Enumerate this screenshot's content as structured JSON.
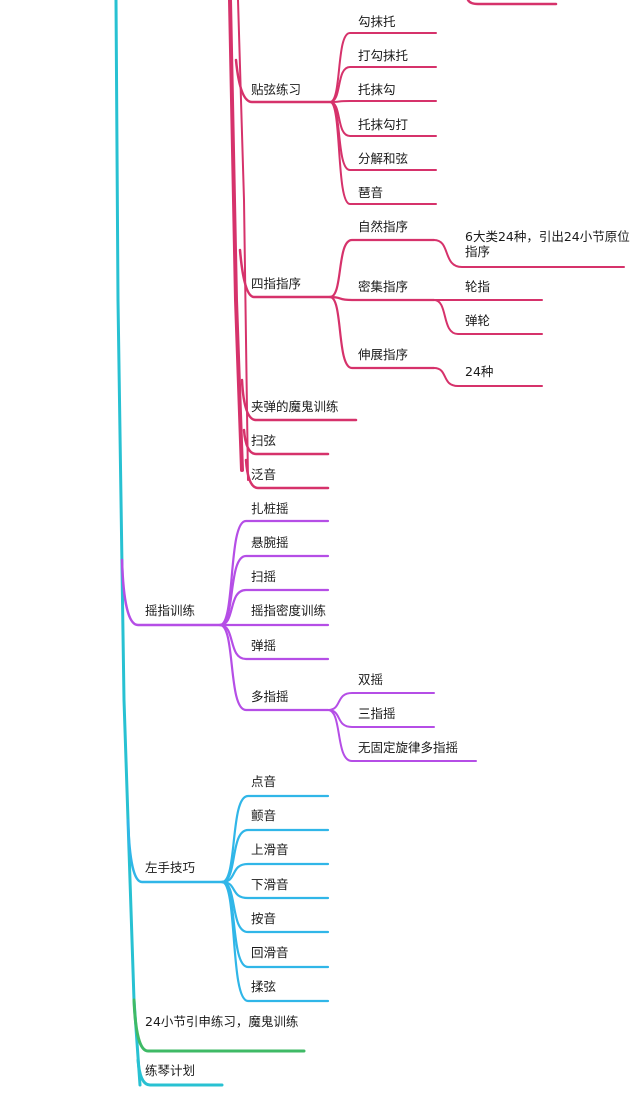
{
  "colors": {
    "pink": "#d6326b",
    "purple": "#b54ee6",
    "blue": "#30b6e8",
    "teal": "#28c1d2",
    "green": "#3fba66"
  },
  "pink_branch": {
    "tiexian": {
      "label": "贴弦练习",
      "children": [
        "勾抹托",
        "打勾抹托",
        "托抹勾",
        "托抹勾打",
        "分解和弦",
        "琶音"
      ]
    },
    "sizhi": {
      "label": "四指指序",
      "ziran": {
        "label": "自然指序",
        "child": "6大类24种，引出24小节原位指序"
      },
      "miji": {
        "label": "密集指序",
        "children": [
          "轮指",
          "弹轮"
        ]
      },
      "shenzhan": {
        "label": "伸展指序",
        "child": "24种"
      }
    },
    "others": [
      "夹弹的魔鬼训练",
      "扫弦",
      "泛音"
    ]
  },
  "purple_branch": {
    "label": "摇指训练",
    "children": [
      "扎桩摇",
      "悬腕摇",
      "扫摇",
      "摇指密度训练",
      "弹摇"
    ],
    "duozhi": {
      "label": "多指摇",
      "children": [
        "双摇",
        "三指摇",
        "无固定旋律多指摇"
      ]
    }
  },
  "blue_branch": {
    "label": "左手技巧",
    "children": [
      "点音",
      "颤音",
      "上滑音",
      "下滑音",
      "按音",
      "回滑音",
      "揉弦"
    ]
  },
  "green_branch": {
    "label": "24小节引申练习，魔鬼训练"
  },
  "teal_branch": {
    "label": "练琴计划"
  }
}
